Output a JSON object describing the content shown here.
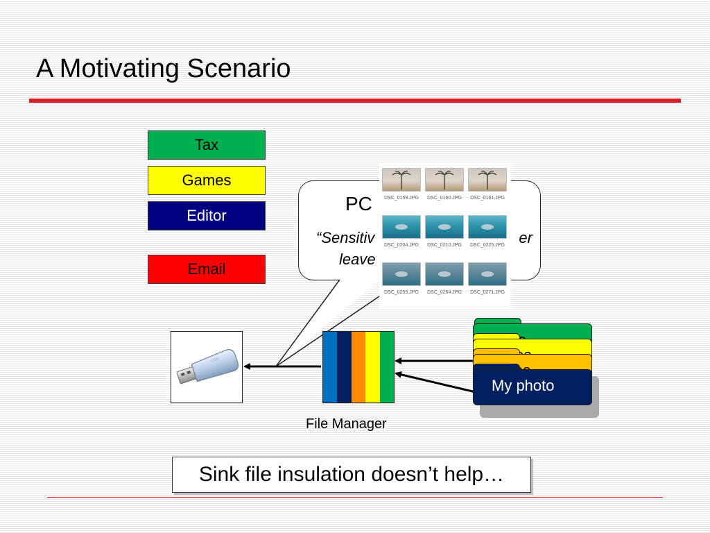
{
  "slide": {
    "title": "A Motivating Scenario"
  },
  "apps": {
    "tax": "Tax",
    "games": "Games",
    "editor": "Editor",
    "email": "Email"
  },
  "callout": {
    "label": "PC",
    "quote_line1": "“Sensitiv",
    "quote_line1_tail": "er",
    "quote_line2": "leave"
  },
  "photos": [
    {
      "name": "DSC_0159.JPG",
      "kind": "palm"
    },
    {
      "name": "DSC_0160.JPG",
      "kind": "palm"
    },
    {
      "name": "DSC_0161.JPG",
      "kind": "palm"
    },
    {
      "name": "DSC_0204.JPG",
      "kind": "water"
    },
    {
      "name": "DSC_0210.JPG",
      "kind": "water"
    },
    {
      "name": "DSC_0225.JPG",
      "kind": "water"
    },
    {
      "name": "DSC_0255.JPG",
      "kind": "show"
    },
    {
      "name": "DSC_0264.JPG",
      "kind": "show"
    },
    {
      "name": "DSC_0271.JPG",
      "kind": "show"
    }
  ],
  "file_manager": {
    "label": "File Manager",
    "stripes": [
      "#0070c0",
      "#002060",
      "#ff8c00",
      "#ffff00",
      "#00b050"
    ]
  },
  "folders": [
    {
      "label": "sitive",
      "color": "#00b050",
      "text_color": "#000000"
    },
    {
      "label": "e files",
      "color": "#ffff00",
      "text_color": "#000000"
    },
    {
      "label": "x files",
      "color": "#ffc000",
      "text_color": "#000000"
    },
    {
      "label": "My photo",
      "color": "#002060",
      "text_color": "#ffffff"
    }
  ],
  "footer_box": {
    "text": "Sink file insulation doesn’t help…"
  },
  "colors": {
    "accent_rule": "#d91f26"
  }
}
